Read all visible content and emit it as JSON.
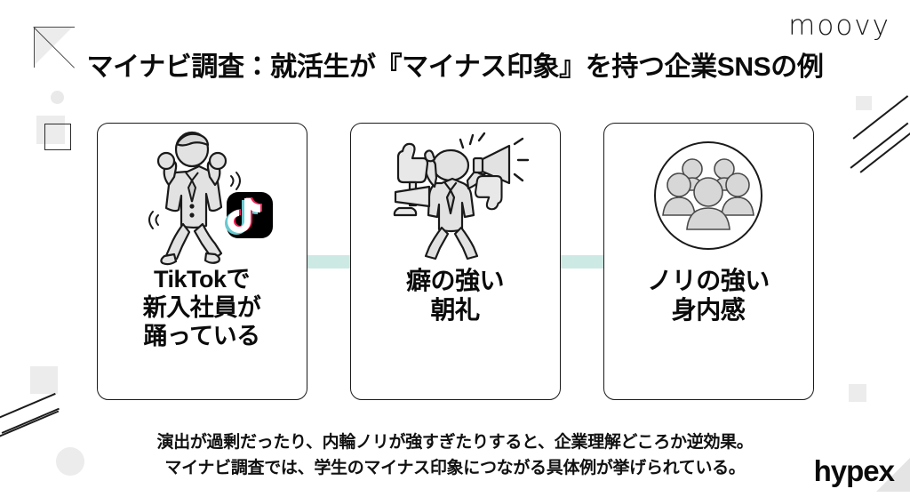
{
  "brand": {
    "logo_top_right": "moovy",
    "logo_bottom_right": "hypex"
  },
  "title": "マイナビ調査：就活生が『マイナス印象』を持つ企業SNSの例",
  "cards": [
    {
      "icon": "dancing-businessman-tiktok-icon",
      "lines": [
        "TikTokで",
        "新入社員が",
        "踊っている"
      ]
    },
    {
      "icon": "megaphone-shouting-person-icon",
      "lines": [
        "癖の強い",
        "朝礼"
      ]
    },
    {
      "icon": "group-of-people-circle-icon",
      "lines": [
        "ノリの強い",
        "身内感"
      ]
    }
  ],
  "caption": {
    "line1": "演出が過剰だったり、内輪ノリが強すぎたりすると、企業理解どころか逆効果。",
    "line2": "マイナビ調査では、学生のマイナス印象につながる具体例が挙げられている。"
  },
  "colors": {
    "background": "#ffffff",
    "text": "#0b0b0b",
    "card_border": "#1a1a1a",
    "connector_teal": "#cde9e4",
    "decoration_gray": "#ececec",
    "tiktok_black": "#000000",
    "tiktok_cyan": "#69c9d0",
    "tiktok_pink": "#ee1d52"
  }
}
